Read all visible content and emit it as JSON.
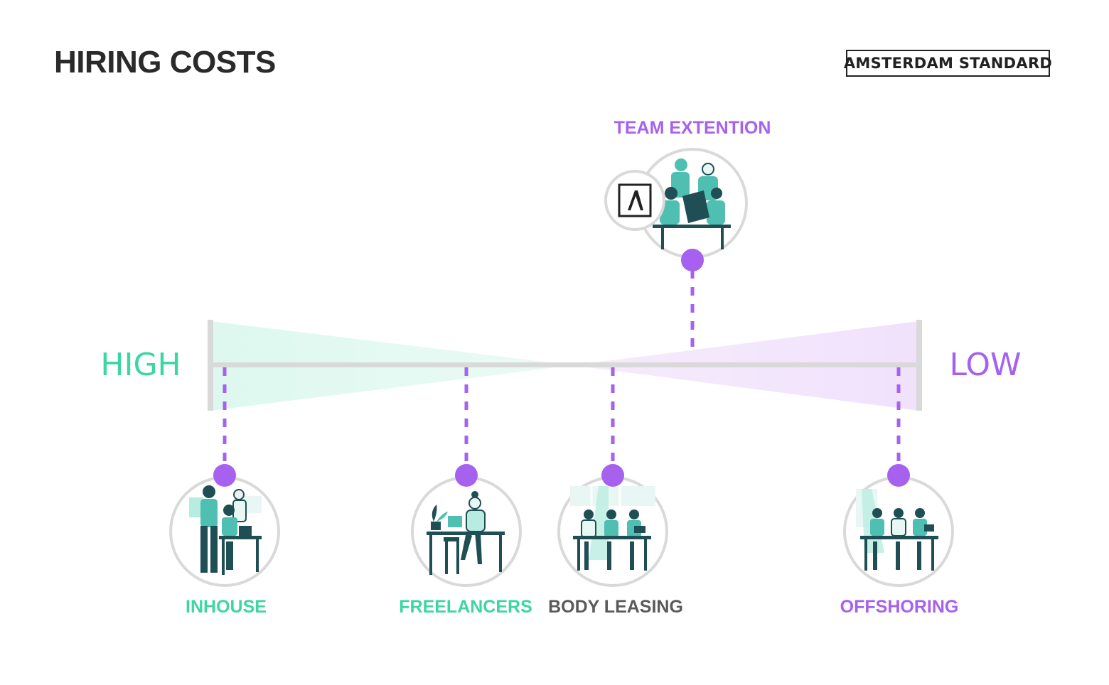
{
  "header": {
    "title": "HIRING COSTS",
    "brand": "AMSTERDAM STANDARD"
  },
  "scale": {
    "high_label": "HIGH",
    "low_label": "LOW"
  },
  "colors": {
    "accent_teal": "#3dd6a3",
    "accent_purple": "#a661ef",
    "neutral": "#5a5a5a",
    "axis": "#d9d9d9",
    "illustration": "#1f4f55"
  },
  "options": [
    {
      "label": "INHOUSE",
      "color": "#3dd6a3",
      "icon": "team-office-illustration"
    },
    {
      "label": "FREELANCERS",
      "color": "#3dd6a3",
      "icon": "freelancer-desk-illustration"
    },
    {
      "label": "BODY LEASING",
      "color": "#5a5a5a",
      "icon": "team-desks-illustration"
    },
    {
      "label": "TEAM EXTENTION",
      "color": "#a661ef",
      "icon": "team-meeting-illustration",
      "badge_icon": "amsterdam-standard-mark-icon"
    },
    {
      "label": "OFFSHORING",
      "color": "#a661ef",
      "icon": "team-desks-illustration"
    }
  ]
}
